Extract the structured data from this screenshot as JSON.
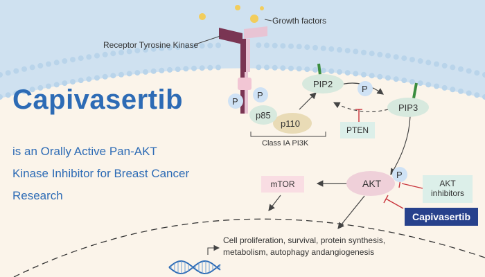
{
  "title": "Capivasertib",
  "subtitle_lines": [
    "is an Orally Active Pan-AKT",
    "Kinase Inhibitor for Breast Cancer",
    "Research"
  ],
  "labels": {
    "growth_factors": "Growth factors",
    "receptor": "Receptor Tyrosine Kinase",
    "p_label": "P",
    "p85": "p85",
    "p110": "p110",
    "class_ia_pi3k": "Class IA PI3K",
    "pip2": "PIP2",
    "pip3": "PIP3",
    "pten": "PTEN",
    "akt": "AKT",
    "mtor": "mTOR",
    "akt_inhibitors": "AKT inhibitors",
    "capivasertib_box": "Capivasertib",
    "outcome_line1": "Cell proliferation, survival, protein synthesis,",
    "outcome_line2": "metabolism, autophagy andangiogenesis"
  },
  "colors": {
    "title_blue": "#2d6bb5",
    "membrane_blue": "#cfe1f0",
    "lipid_head": "#b9d4ea",
    "node_fill": "#d7e9de",
    "p_fill": "#cfe2f5",
    "p110_fill": "#e9dbb6",
    "pink_box": "#f9dde3",
    "akt_fill": "#efd0d9",
    "inhibitor_box": "#dcefe9",
    "capivasertib_box": "#27418c",
    "inhibition_red": "#c8323a",
    "growth_factor_dot": "#f2cd5c",
    "receptor_purple": "#7a3553",
    "receptor_pink": "#e8c4d4",
    "dna_blue": "#2d6bb5"
  }
}
